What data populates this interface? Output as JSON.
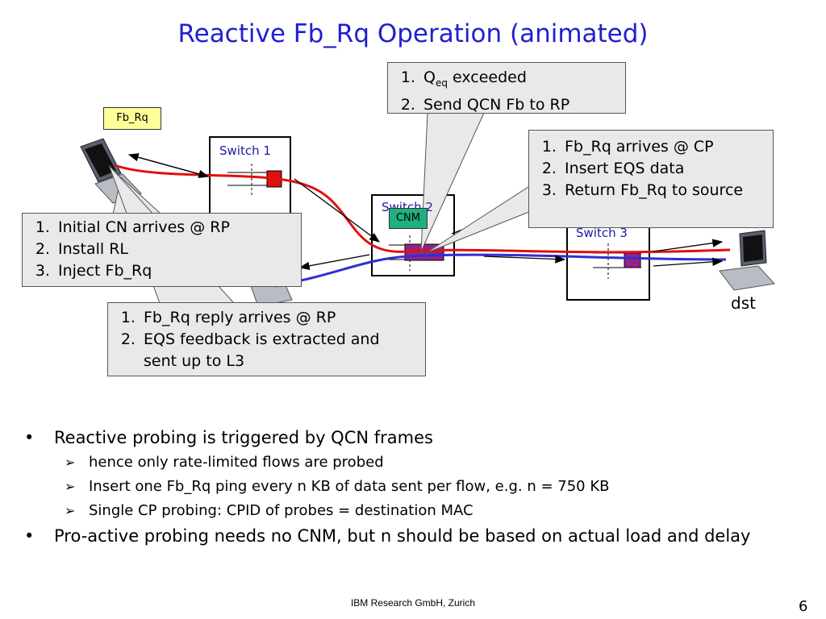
{
  "slide": {
    "title": "Reactive Fb_Rq Operation (animated)",
    "footer": "IBM Research GmbH, Zurich",
    "page_number": "6"
  },
  "diagram": {
    "fb_rq_tag": "Fb_Rq",
    "cnm_tag": "CNM",
    "switch1_label": "Switch 1",
    "switch2_label": "Switch 2",
    "switch3_label": "Switch 3",
    "dst_label": "dst",
    "colors": {
      "red_flow": "#e01010",
      "blue_flow": "#3030d0",
      "callout_bg": "#e9e9e9",
      "fb_rq_tag_bg": "#ffff99",
      "cnm_tag_bg": "#20b080",
      "title": "#1f1fd0"
    },
    "icons": [
      "computer-icon",
      "switch-icon",
      "queue-icon"
    ]
  },
  "callouts": {
    "qeq": {
      "item1_main": "Q",
      "item1_sub": "eq",
      "item1_rest": " exceeded",
      "item2": "Send QCN Fb to RP"
    },
    "cp": [
      "Fb_Rq arrives @ CP",
      "Insert EQS data",
      "Return Fb_Rq to source"
    ],
    "rp_initial": [
      "Initial CN arrives @ RP",
      "Install RL",
      "Inject Fb_Rq"
    ],
    "rp_reply": [
      "Fb_Rq reply arrives @ RP",
      "EQS feedback is extracted and sent up to L3"
    ]
  },
  "bullets": [
    {
      "text": "Reactive probing is triggered by QCN frames",
      "sub": [
        "hence only rate-limited flows are probed",
        "Insert one Fb_Rq ping every n KB of data sent per flow, e.g. n = 750 KB",
        "Single CP probing: CPID of probes = destination MAC"
      ]
    },
    {
      "text": "Pro-active probing needs no CNM, but n should be based on actual load and delay",
      "sub": []
    }
  ],
  "glyphs": {
    "bullet": "•",
    "arrow": "➢"
  }
}
